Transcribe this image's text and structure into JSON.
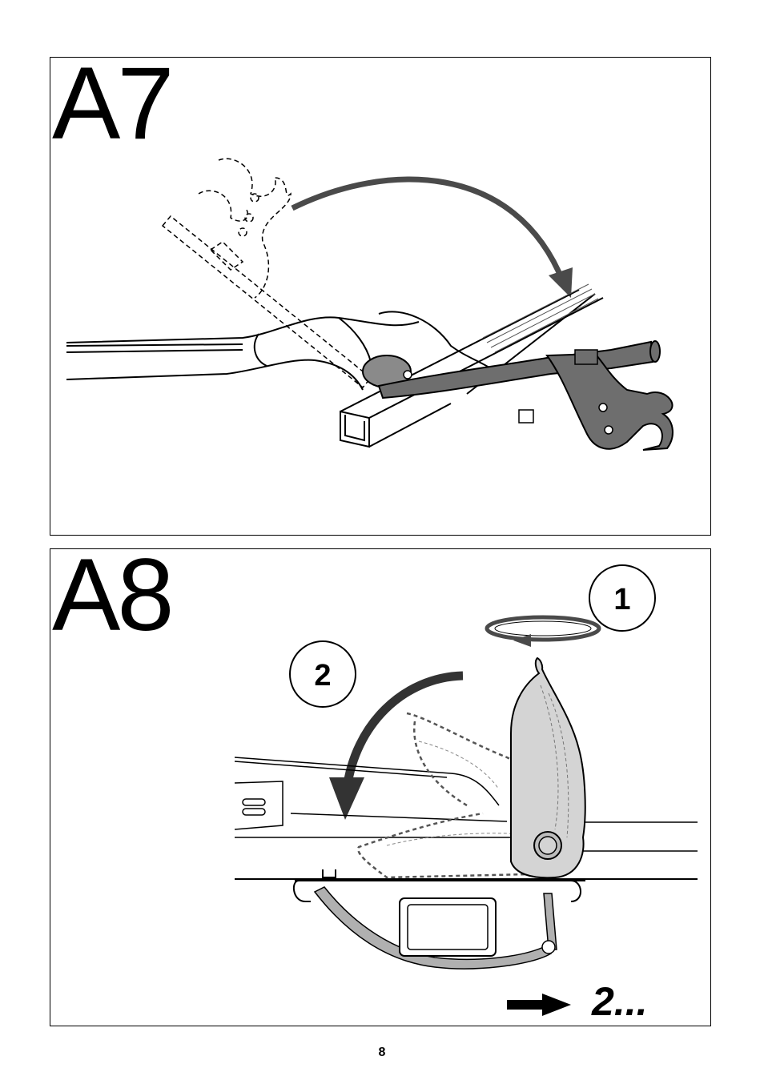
{
  "panels": [
    {
      "label": "A7"
    },
    {
      "label": "A8",
      "callouts": [
        "1",
        "2"
      ],
      "continue_text": "2..."
    }
  ],
  "page_number": "8",
  "colors": {
    "line": "#000000",
    "arrow": "#4a4a4a",
    "part_fill": "#6e6e6e",
    "light_fill": "#d4d4d4"
  }
}
